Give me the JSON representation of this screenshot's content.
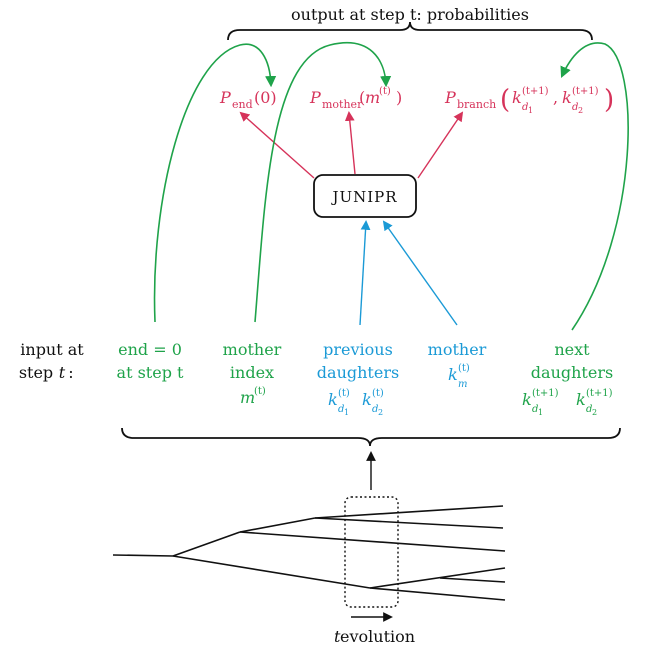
{
  "title": "output at step t: probabilities",
  "outputs": {
    "p_end": {
      "symbol": "P",
      "sub": "end",
      "arg": "(0)"
    },
    "p_mother": {
      "symbol": "P",
      "sub": "mother",
      "arg_open": "(",
      "arg_var": "m",
      "arg_sup": "(t)",
      "arg_close": ")"
    },
    "p_branch": {
      "symbol": "P",
      "sub": "branch",
      "arg": "k_{d1}^{(t+1)}, k_{d2}^{(t+1)}"
    }
  },
  "model_box": {
    "label": "JUNIPR"
  },
  "input_label": {
    "line1": "input at",
    "line2": "step t:"
  },
  "inputs": {
    "end_flag": {
      "line1": "end = 0",
      "line2": "at step t"
    },
    "mother_index": {
      "line1": "mother",
      "line2": "index",
      "var": "m",
      "sup": "(t)"
    },
    "previous_daughters": {
      "line1": "previous",
      "line2": "daughters",
      "var": "k",
      "sup": "(t)",
      "sub1": "d",
      "sub1n": "1",
      "sub2n": "2"
    },
    "mother_momentum": {
      "line1": "mother",
      "var": "k",
      "sup": "(t)",
      "sub": "m"
    },
    "next_daughters": {
      "line1": "next",
      "line2": "daughters",
      "var": "k",
      "sup": "(t+1)",
      "sub1n": "1",
      "sub2n": "2"
    }
  },
  "tree_caption": {
    "var": "t",
    "text": " evolution"
  },
  "colors": {
    "output": "#d6335a",
    "feedback": "#1fa34a",
    "context": "#1b9ad6",
    "structure": "#111111"
  }
}
